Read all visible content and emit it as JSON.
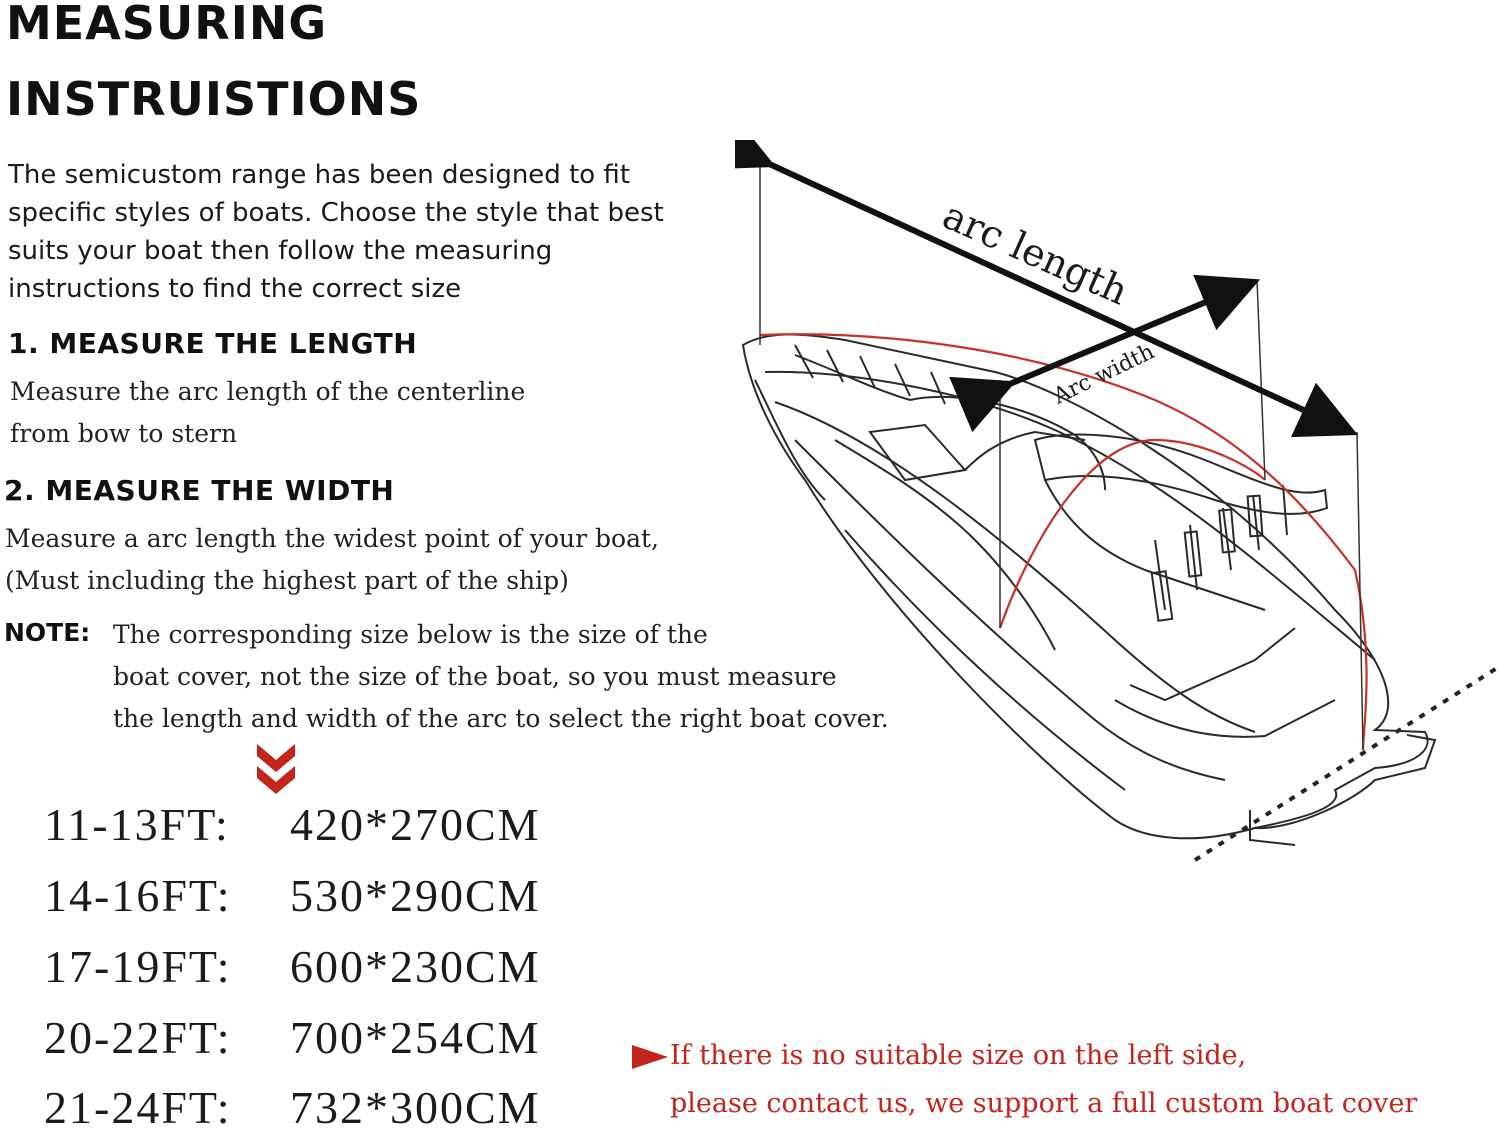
{
  "title": {
    "line1": "MEASURING",
    "line2": "INSTRUISTIONS"
  },
  "intro": "The semicustom range has been designed to fit specific styles of boats. Choose the style that best suits your boat then follow the measuring instructions to find the correct size",
  "step1": {
    "heading": "1. MEASURE THE LENGTH",
    "line1": "Measure the arc length of the centerline",
    "line2": "from bow to stern"
  },
  "step2": {
    "heading": "2. MEASURE THE WIDTH",
    "line1": "Measure a arc length the widest point of your boat,",
    "line2": "(Must including the highest part of the ship)"
  },
  "note": {
    "label": "NOTE:",
    "line1": "The corresponding size below is the size of the",
    "line2": "boat cover, not the size of the boat, so you must measure",
    "line3": "the length and width of the arc to select the right boat cover."
  },
  "sizes": [
    {
      "feet": "11-13FT:",
      "cover": "420*270CM"
    },
    {
      "feet": "14-16FT:",
      "cover": "530*290CM"
    },
    {
      "feet": "17-19FT:",
      "cover": "600*230CM"
    },
    {
      "feet": "20-22FT:",
      "cover": "700*254CM"
    },
    {
      "feet": "21-24FT:",
      "cover": "732*300CM"
    }
  ],
  "contact": {
    "line1": "If there is no suitable size on the left side,",
    "line2": "please contact us, we support a full custom boat cover"
  },
  "diagram": {
    "arc_length_label": "arc length",
    "arc_width_label": "Arc width"
  },
  "colors": {
    "accent_red": "#c4241c",
    "text": "#111111",
    "line": "#222222"
  }
}
